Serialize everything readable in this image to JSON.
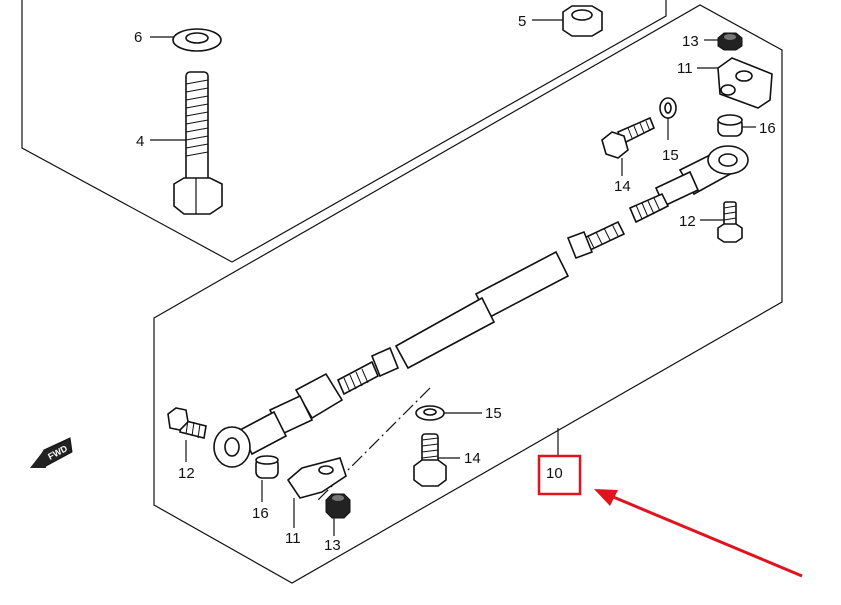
{
  "diagram": {
    "callouts": {
      "c4": "4",
      "c5": "5",
      "c6": "6",
      "c10": "10",
      "c11a": "11",
      "c11b": "11",
      "c12a": "12",
      "c12b": "12",
      "c13a": "13",
      "c13b": "13",
      "c14a": "14",
      "c14b": "14",
      "c15a": "15",
      "c15b": "15",
      "c16a": "16",
      "c16b": "16"
    },
    "direction_badge": "FWD",
    "highlight": {
      "target": "10",
      "color": "#e0141e"
    },
    "arrow_color": "#e0141e"
  }
}
